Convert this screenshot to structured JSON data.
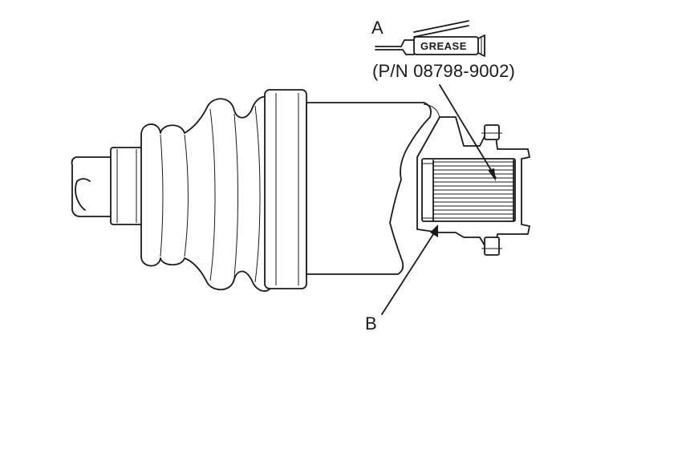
{
  "callouts": {
    "a": "A",
    "b": "B"
  },
  "grease_tube": {
    "label": "GREASE",
    "part_number": "(P/N 08798-9002)"
  },
  "colors": {
    "line": "#1a1a1a",
    "background": "#ffffff"
  }
}
